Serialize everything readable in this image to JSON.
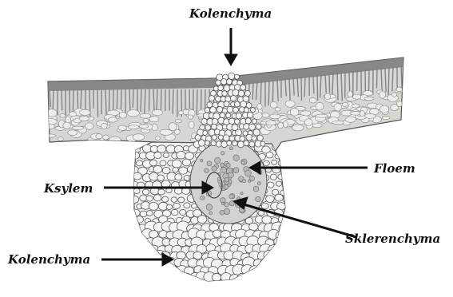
{
  "labels": {
    "top_collenchyma": "Kolenchyma",
    "phloem": "Floem",
    "xylem": "Ksylem",
    "sclerenchyma": "Sklerenchyma",
    "bottom_collenchyma": "Kolenchyma"
  },
  "colors": {
    "ink": "#111111",
    "cell_fill": "#f4f4f2",
    "cell_stroke": "#5a5a5a",
    "epidermis_dark": "#6b6b6b",
    "mesophyll": "#c8c8c4"
  }
}
